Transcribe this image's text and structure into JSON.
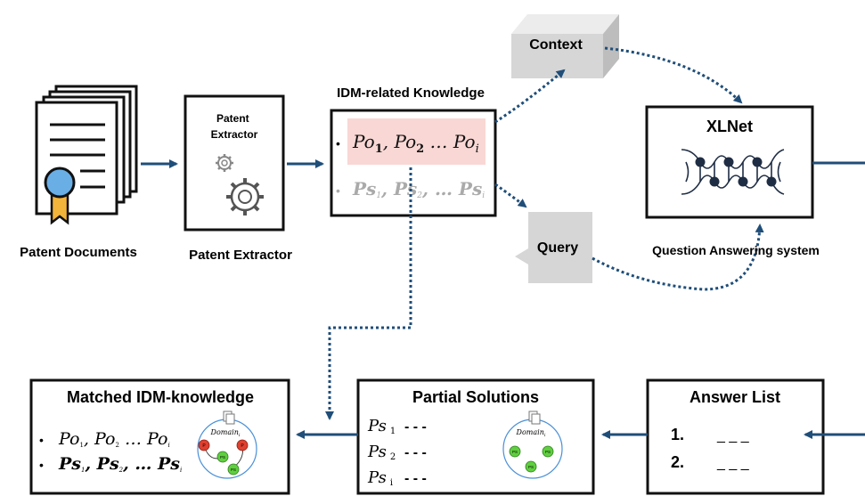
{
  "labels": {
    "patent_documents": "Patent Documents",
    "patent_extractor_box": "Patent Extractor",
    "patent_extractor_caption": "Patent Extractor",
    "idm_knowledge_title": "IDM-related Knowledge",
    "context": "Context",
    "query": "Query",
    "xlnet": "XLNet",
    "qa_system": "Question Answering system",
    "answer_list": "Answer List",
    "partial_solutions": "Partial Solutions",
    "matched_idm": "Matched IDM-knowledge"
  },
  "knowledge": {
    "po_line": [
      "Po",
      "1",
      ", Po",
      "2",
      " … Po",
      "i"
    ],
    "ps_line": [
      "Ps",
      "1",
      ", Ps",
      "2",
      ", … Ps",
      "i"
    ]
  },
  "answers": {
    "items": [
      {
        "num": "1.",
        "dash": "_ _ _"
      },
      {
        "num": "2.",
        "dash": "_ _ _"
      }
    ]
  },
  "partial": {
    "rows": [
      {
        "ps": "Ps",
        "sub": "1",
        "dash": "- - -"
      },
      {
        "ps": "Ps",
        "sub": "2",
        "dash": "- - -"
      },
      {
        "ps": "Ps",
        "sub": "i",
        "dash": "- - -"
      }
    ],
    "domain": "Domain",
    "domain_sub": "i",
    "node_ps": "PS"
  },
  "matched": {
    "domain": "Domain",
    "domain_sub": "i",
    "node_p": "P",
    "node_ps": "PS"
  },
  "colors": {
    "arrow": "#1f4e79",
    "dotted": "#1f4e79",
    "highlight": "#f8d7d4",
    "shape_gray": "#d6d6d6",
    "node_red": "#e0402f",
    "node_green": "#5fcf3f"
  }
}
